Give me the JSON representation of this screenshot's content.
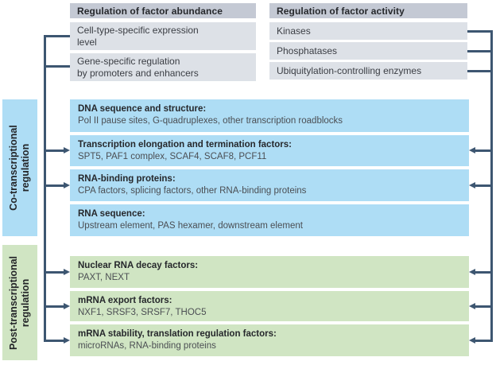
{
  "figure": {
    "columns": {
      "abundance": {
        "header": "Regulation of factor abundance",
        "items": [
          "Cell-type-specific expression\nlevel",
          "Gene-specific regulation\nby promoters and enhancers"
        ]
      },
      "activity": {
        "header": "Regulation of factor activity",
        "items": [
          "Kinases",
          "Phosphatases",
          "Ubiquitylation-controlling enzymes"
        ]
      }
    },
    "sections": {
      "co": {
        "sidebar_label": "Co-transcriptional\nregulation",
        "boxes": [
          {
            "title": "DNA sequence and structure:",
            "detail": "Pol II pause sites, G-quadruplexes, other transcription roadblocks"
          },
          {
            "title": "Transcription elongation and termination factors:",
            "detail": "SPT5, PAF1 complex, SCAF4, SCAF8, PCF11"
          },
          {
            "title": "RNA-binding proteins:",
            "detail": "CPA factors, splicing factors, other RNA-binding proteins"
          },
          {
            "title": "RNA sequence:",
            "detail": "Upstream element, PAS hexamer, downstream element"
          }
        ]
      },
      "post": {
        "sidebar_label": "Post-transcriptional\nregulation",
        "boxes": [
          {
            "title": "Nuclear RNA decay factors:",
            "detail": "PAXT, NEXT"
          },
          {
            "title": "mRNA export factors:",
            "detail": "NXF1, SRSF3, SRSF7, THOC5"
          },
          {
            "title": "mRNA stability, translation regulation factors:",
            "detail": "microRNAs, RNA-binding proteins"
          }
        ]
      }
    },
    "colors": {
      "header_bg": "#c4c9d4",
      "item_bg": "#dde1e7",
      "co_bg": "#aeddf5",
      "post_bg": "#d0e5c3",
      "connector": "#3d5671"
    }
  }
}
